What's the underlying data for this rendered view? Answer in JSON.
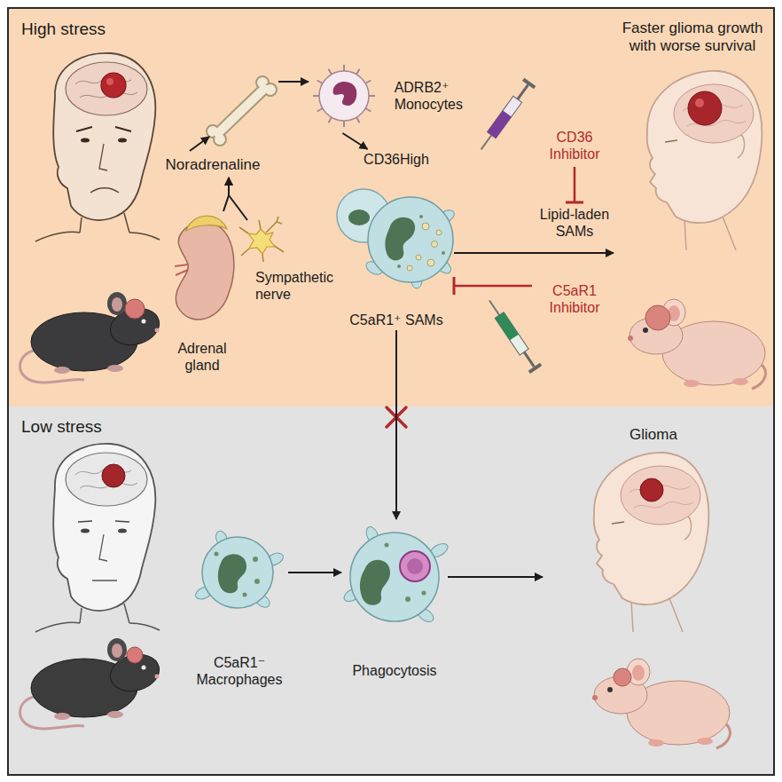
{
  "diagram": {
    "nodes": [
      {
        "text": [
          "High stress"
        ]
      },
      {
        "text": [
          "Faster glioma growth with worse survival"
        ],
        "in": 0
      },
      {
        "text": [
          "Noradrenaline"
        ],
        "in": 0
      },
      {
        "text": [
          "ADRB2⁺ Monocytes"
        ],
        "in": 0
      },
      {
        "text": [
          "CD36 Inhibitor"
        ],
        "in": 0
      },
      {
        "text": [
          "CD36High",
          "C5aR1⁺ SAMs"
        ],
        "in": 0
      },
      {
        "text": [
          "Lipid-laden SAMs"
        ],
        "in": 0
      },
      {
        "text": [
          "Sympathetic nerve"
        ],
        "in": 0
      },
      {
        "text": [
          "C5aR1 Inhibitor"
        ],
        "in": 0
      },
      {
        "text": [
          "Adrenal gland"
        ],
        "in": 0
      },
      {
        "text": [
          "Low stress"
        ]
      },
      {
        "text": [
          "C5aR1⁻ Macrophages"
        ],
        "in": 10
      },
      {
        "text": [
          "Phagocytosis"
        ],
        "in": 10
      },
      {
        "text": [
          "Glioma"
        ],
        "in": 10
      }
    ],
    "edges": [
      {
        "from": 9,
        "to": 2,
        "arrow": "to"
      },
      {
        "from": 7,
        "to": 2,
        "arrow": "to"
      },
      {
        "from": 3,
        "to": 5,
        "arrow": "to"
      },
      {
        "from": 4,
        "to": 6,
        "arrow": "to"
      },
      {
        "from": 5,
        "to": 1,
        "arrow": "to"
      },
      {
        "from": 8,
        "to": 5,
        "arrow": "to"
      },
      {
        "from": 5,
        "to": 12,
        "arrow": "to"
      },
      {
        "from": 11,
        "to": 12,
        "arrow": "to"
      },
      {
        "from": 12,
        "to": 13,
        "arrow": "to"
      }
    ]
  }
}
